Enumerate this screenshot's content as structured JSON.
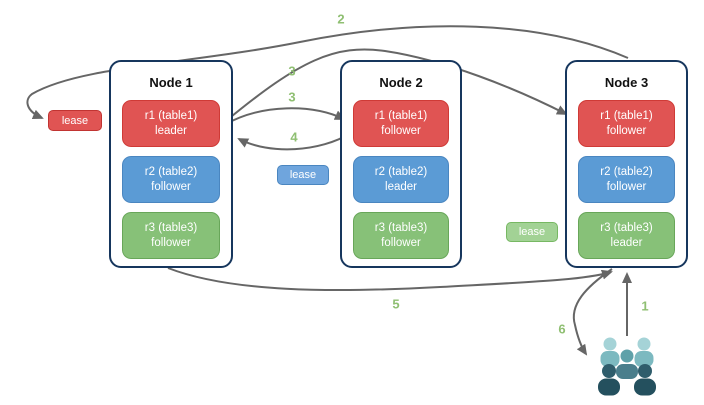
{
  "nodes": [
    {
      "title": "Node 1",
      "replicas": [
        {
          "line1": "r1 (table1)",
          "line2": "leader"
        },
        {
          "line1": "r2 (table2)",
          "line2": "follower"
        },
        {
          "line1": "r3 (table3)",
          "line2": "follower"
        }
      ]
    },
    {
      "title": "Node 2",
      "replicas": [
        {
          "line1": "r1 (table1)",
          "line2": "follower"
        },
        {
          "line1": "r2 (table2)",
          "line2": "leader"
        },
        {
          "line1": "r3 (table3)",
          "line2": "follower"
        }
      ]
    },
    {
      "title": "Node 3",
      "replicas": [
        {
          "line1": "r1 (table1)",
          "line2": "follower"
        },
        {
          "line1": "r2 (table2)",
          "line2": "follower"
        },
        {
          "line1": "r3 (table3)",
          "line2": "leader"
        }
      ]
    }
  ],
  "leases": [
    {
      "label": "lease",
      "color": "red"
    },
    {
      "label": "lease",
      "color": "blue"
    },
    {
      "label": "lease",
      "color": "green"
    }
  ],
  "arrow_labels": {
    "a1": "1",
    "a2": "2",
    "a3_long": "3",
    "a3_short": "3",
    "a4": "4",
    "a5": "5",
    "a6": "6"
  },
  "colors": {
    "replica_red": "#e05453",
    "replica_red_border": "#cf3a36",
    "replica_blue": "#5b9bd5",
    "replica_blue_border": "#4a86c0",
    "replica_green": "#87c178",
    "replica_green_border": "#68a659",
    "lease_blue_fill": "#6fa5dd",
    "lease_green_fill": "#a2d295",
    "arrow_gray": "#666666",
    "number_green": "#8fbf72",
    "node_border_navy": "#16365d"
  },
  "users_icon": {
    "name": "users-group-icon",
    "colors": {
      "back_head": "#a5d3d7",
      "back_body": "#7cb9c0",
      "mid_head": "#5fa1a9",
      "mid_body": "#4a7e8c",
      "front_head": "#2f5d6c",
      "front_body": "#24505e"
    }
  }
}
